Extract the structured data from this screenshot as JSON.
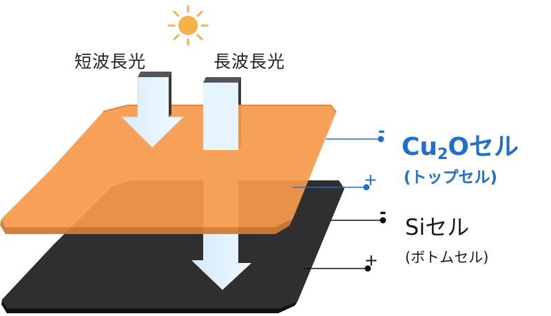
{
  "labels": {
    "short_wave": "短波長光",
    "long_wave": "長波長光"
  },
  "top_cell": {
    "name_prefix": "Cu",
    "name_subscript": "2",
    "name_suffix": "Oセル",
    "subtitle": "(トップセル)",
    "minus": "-",
    "plus": "+",
    "color": "#f59a4a",
    "text_color": "#1f6fd1"
  },
  "bottom_cell": {
    "name": "Siセル",
    "subtitle": "(ボトムセル)",
    "minus": "-",
    "plus": "+",
    "color": "#262626"
  },
  "sun": {
    "icon": "sun-icon",
    "color": "#f7b04a"
  }
}
